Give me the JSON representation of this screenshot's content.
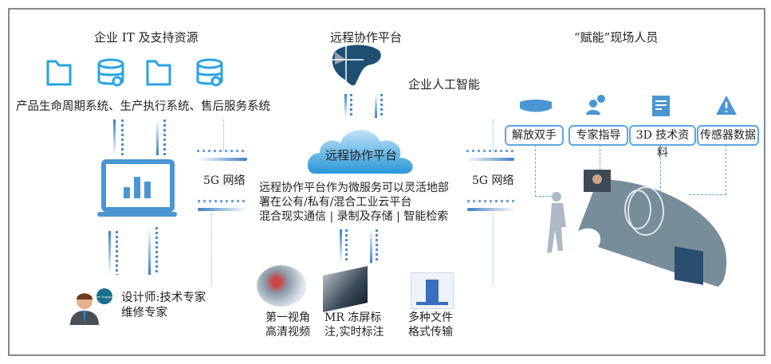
{
  "left": {
    "title": "企业 IT 及支持资源",
    "systems": "产品生命周期系统、生产执行系统、售后服务系统",
    "network": "5G 网络",
    "expert_line1": "设计师:技术专家",
    "expert_line2": "维修专家",
    "bubble": "Live Support"
  },
  "center": {
    "title": "远程协作平台",
    "ai": "企业人工智能",
    "cloud": "远程协作平台",
    "desc": [
      "远程协作平台作为微服务可以灵活地部",
      "署在公有/私有/混合工业云平台",
      "混合现实通信 | 录制及存储 | 智能检索"
    ],
    "features": [
      {
        "l1": "第一视角",
        "l2": "高清视频"
      },
      {
        "l1": "MR 冻屏标",
        "l2": "注,实时标注"
      },
      {
        "l1": "多种文件",
        "l2": "格式传输"
      }
    ]
  },
  "right": {
    "title": "“赋能”现场人员",
    "network": "5G 网络",
    "tags": [
      "解放双手",
      "专家指导",
      "3D 技术资料",
      "传感器数据"
    ]
  },
  "colors": {
    "accent": "#3a9ad9",
    "dark": "#1d4f73"
  }
}
